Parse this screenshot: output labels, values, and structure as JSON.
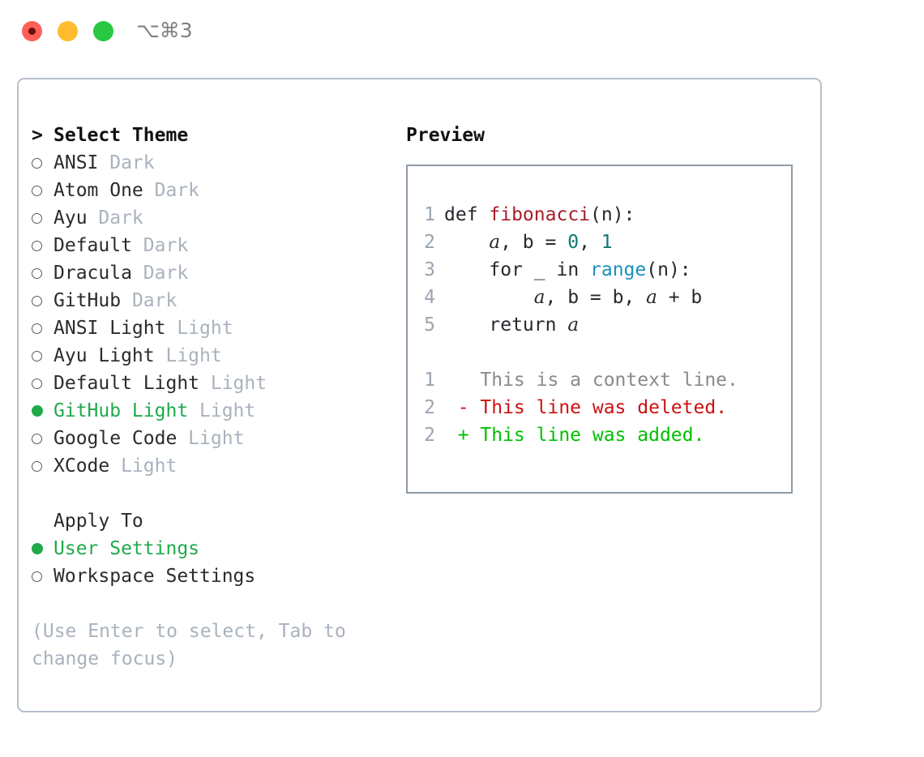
{
  "titlebar": {
    "shortcut": "⌥⌘3",
    "buttons": [
      {
        "name": "close",
        "color": "#ff5f57"
      },
      {
        "name": "minimize",
        "color": "#febc2e"
      },
      {
        "name": "maximize",
        "color": "#28c840"
      }
    ]
  },
  "theme_list": {
    "header": {
      "caret": ">",
      "label": "Select Theme"
    },
    "items": [
      {
        "label": "ANSI",
        "suffix": "Dark",
        "selected": false
      },
      {
        "label": "Atom One",
        "suffix": "Dark",
        "selected": false
      },
      {
        "label": "Ayu",
        "suffix": "Dark",
        "selected": false
      },
      {
        "label": "Default",
        "suffix": "Dark",
        "selected": false
      },
      {
        "label": "Dracula",
        "suffix": "Dark",
        "selected": false
      },
      {
        "label": "GitHub",
        "suffix": "Dark",
        "selected": false
      },
      {
        "label": "ANSI Light",
        "suffix": "Light",
        "selected": false
      },
      {
        "label": "Ayu Light",
        "suffix": "Light",
        "selected": false
      },
      {
        "label": "Default Light",
        "suffix": "Light",
        "selected": false
      },
      {
        "label": "GitHub Light",
        "suffix": "Light",
        "selected": true
      },
      {
        "label": "Google Code",
        "suffix": "Light",
        "selected": false
      },
      {
        "label": "XCode",
        "suffix": "Light",
        "selected": false
      }
    ]
  },
  "apply_to": {
    "header": "Apply To",
    "options": [
      {
        "label": "User Settings",
        "selected": true
      },
      {
        "label": "Workspace Settings",
        "selected": false
      }
    ]
  },
  "hint": "(Use Enter to select, Tab to change focus)",
  "preview": {
    "title": "Preview",
    "code_lines": [
      {
        "num": "1",
        "tokens": [
          {
            "t": "def ",
            "c": "tok-plain"
          },
          {
            "t": "fibonacci",
            "c": "tok-func"
          },
          {
            "t": "(n):",
            "c": "tok-plain"
          }
        ]
      },
      {
        "num": "2",
        "tokens": [
          {
            "t": "    ",
            "c": "tok-plain"
          },
          {
            "t": "a",
            "c": "tok-var"
          },
          {
            "t": ", b = ",
            "c": "tok-plain"
          },
          {
            "t": "0",
            "c": "tok-num"
          },
          {
            "t": ", ",
            "c": "tok-plain"
          },
          {
            "t": "1",
            "c": "tok-num"
          }
        ]
      },
      {
        "num": "3",
        "tokens": [
          {
            "t": "    for _ in ",
            "c": "tok-plain"
          },
          {
            "t": "range",
            "c": "tok-call"
          },
          {
            "t": "(n):",
            "c": "tok-plain"
          }
        ]
      },
      {
        "num": "4",
        "tokens": [
          {
            "t": "        ",
            "c": "tok-plain"
          },
          {
            "t": "a",
            "c": "tok-var"
          },
          {
            "t": ", b = b, ",
            "c": "tok-plain"
          },
          {
            "t": "a",
            "c": "tok-var"
          },
          {
            "t": " + b",
            "c": "tok-plain"
          }
        ]
      },
      {
        "num": "5",
        "tokens": [
          {
            "t": "    return ",
            "c": "tok-plain"
          },
          {
            "t": "a",
            "c": "tok-var"
          }
        ]
      }
    ],
    "diff_lines": [
      {
        "num": "1",
        "marker": " ",
        "text": "This is a context line.",
        "kind": "diff-ctx"
      },
      {
        "num": "2",
        "marker": "-",
        "text": "This line was deleted.",
        "kind": "diff-del"
      },
      {
        "num": "2",
        "marker": "+",
        "text": "This line was added.",
        "kind": "diff-add"
      }
    ]
  },
  "colors": {
    "accent_green": "#1faa4b",
    "muted": "#a9b2bd",
    "panel_border": "#b6bfcb",
    "preview_border": "#8e9ba8",
    "diff_add": "#00c000",
    "diff_del": "#cc1111",
    "syntax_function": "#a71d28",
    "syntax_number": "#0b7a72",
    "syntax_call": "#1a8fbf"
  }
}
